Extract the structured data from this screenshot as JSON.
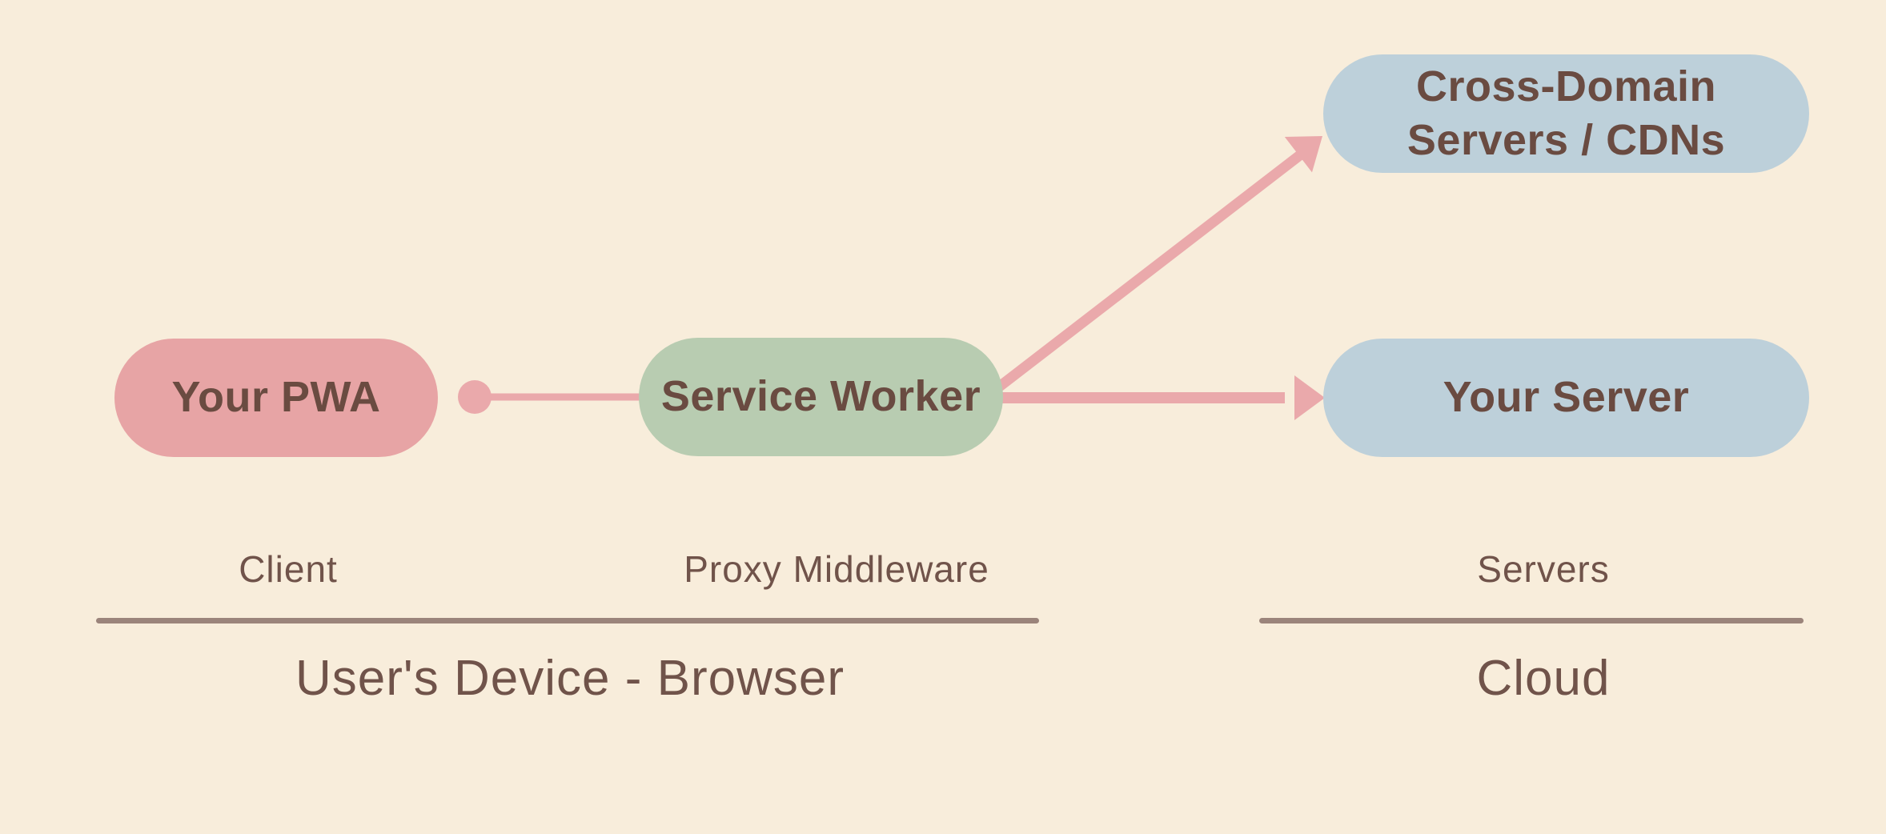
{
  "theme": {
    "background": "#F8EDDB",
    "pink": "#E7A4A5",
    "green": "#B8CCB1",
    "blue": "#BDD0DA",
    "arrow": "#EAA9AB",
    "node_text": "#6A4B41",
    "label_text": "#70534A",
    "divider": "#9B847B"
  },
  "nodes": {
    "pwa": {
      "label": "Your PWA"
    },
    "service_worker": {
      "label": "Service Worker"
    },
    "cross_domain": {
      "label": "Cross-Domain Servers / CDNs",
      "lines": [
        "Cross-Domain",
        "Servers / CDNs"
      ]
    },
    "your_server": {
      "label": "Your Server"
    }
  },
  "tier_labels": {
    "client": "Client",
    "proxy": "Proxy Middleware",
    "servers": "Servers"
  },
  "zone_labels": {
    "device": "User's Device - Browser",
    "cloud": "Cloud"
  },
  "connectors": [
    {
      "name": "pwa-to-service-worker",
      "style": "line-with-dot"
    },
    {
      "name": "service-worker-to-cross-domain",
      "style": "arrow"
    },
    {
      "name": "service-worker-to-your-server",
      "style": "arrow"
    }
  ]
}
